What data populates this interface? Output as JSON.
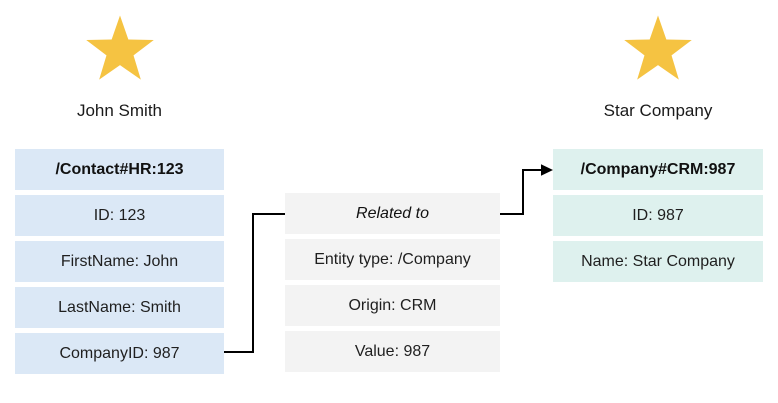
{
  "colors": {
    "contact_fill": "#dbe8f6",
    "relation_fill": "#f3f3f3",
    "company_fill": "#def1ee",
    "star_fill": "#f5c342",
    "line": "#000000",
    "text": "#1a1a1a"
  },
  "icons": {
    "contact_marker": "star-icon",
    "company_marker": "star-icon"
  },
  "contact": {
    "name": "John Smith",
    "header": "/Contact#HR:123",
    "rows": [
      "ID: 123",
      "FirstName: John",
      "LastName: Smith",
      "CompanyID: 987"
    ]
  },
  "relationship": {
    "header": "Related to",
    "rows": [
      "Entity type: /Company",
      "Origin: CRM",
      "Value: 987"
    ]
  },
  "company": {
    "name": "Star Company",
    "header": "/Company#CRM:987",
    "rows": [
      "ID: 987",
      "Name: Star Company"
    ]
  }
}
